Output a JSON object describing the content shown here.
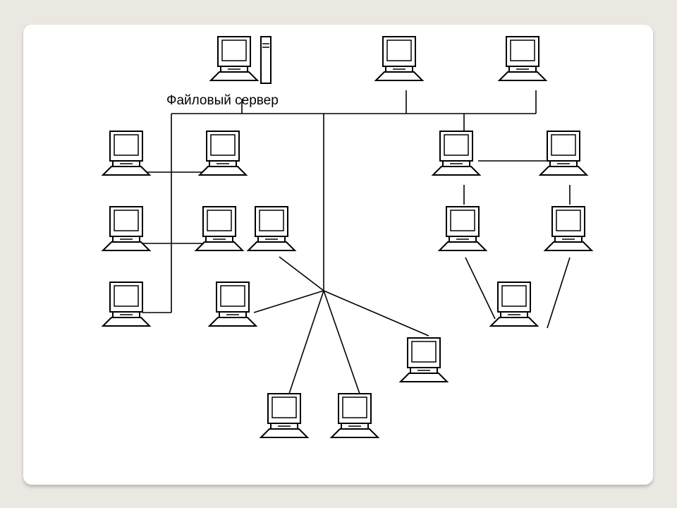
{
  "diagram": {
    "server_label": "Файловый сервер",
    "nodes": [
      {
        "id": "pc-server-workstation",
        "icon": "computer-icon"
      },
      {
        "id": "file-server-tower",
        "icon": "server-tower-icon"
      }
    ]
  }
}
